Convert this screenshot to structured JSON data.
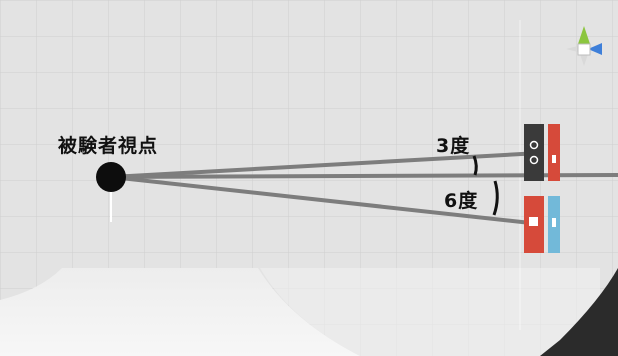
{
  "viewpoint": {
    "label": "被験者視点"
  },
  "angles": [
    {
      "label": "3度"
    },
    {
      "label": "6度"
    }
  ],
  "colors": {
    "background": "#e3e3e3",
    "grid": "#cfcfcf",
    "sight_line": "#7d7d7d",
    "viewpoint_dot": "#0d0d0d",
    "target_dark": "#3a3a3a",
    "target_red": "#d64a3a",
    "target_blue": "#72b9d9",
    "floor_dark": "#2b2b2b"
  },
  "gizmo": {
    "icon": "scene-orientation-gizmo-icon"
  }
}
